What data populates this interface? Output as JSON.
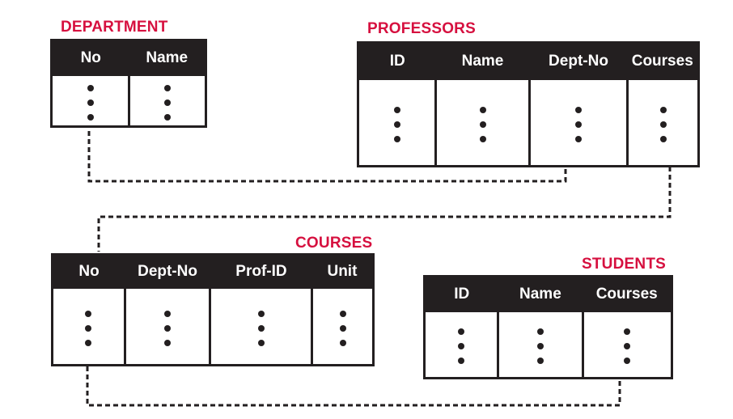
{
  "tables": {
    "department": {
      "title": "DEPARTMENT",
      "columns": [
        "No",
        "Name"
      ]
    },
    "professors": {
      "title": "PROFESSORS",
      "columns": [
        "ID",
        "Name",
        "Dept-No",
        "Courses"
      ]
    },
    "courses": {
      "title": "COURSES",
      "columns": [
        "No",
        "Dept-No",
        "Prof-ID",
        "Unit"
      ]
    },
    "students": {
      "title": "STUDENTS",
      "columns": [
        "ID",
        "Name",
        "Courses"
      ]
    }
  },
  "relations": [
    {
      "from": "department.No",
      "to": "professors.Dept-No"
    },
    {
      "from": "professors.Courses",
      "to": "courses.No"
    },
    {
      "from": "courses.No",
      "to": "students.Courses"
    }
  ],
  "colors": {
    "title": "#d6103f",
    "header_bg": "#231f20",
    "line": "#231f20"
  }
}
